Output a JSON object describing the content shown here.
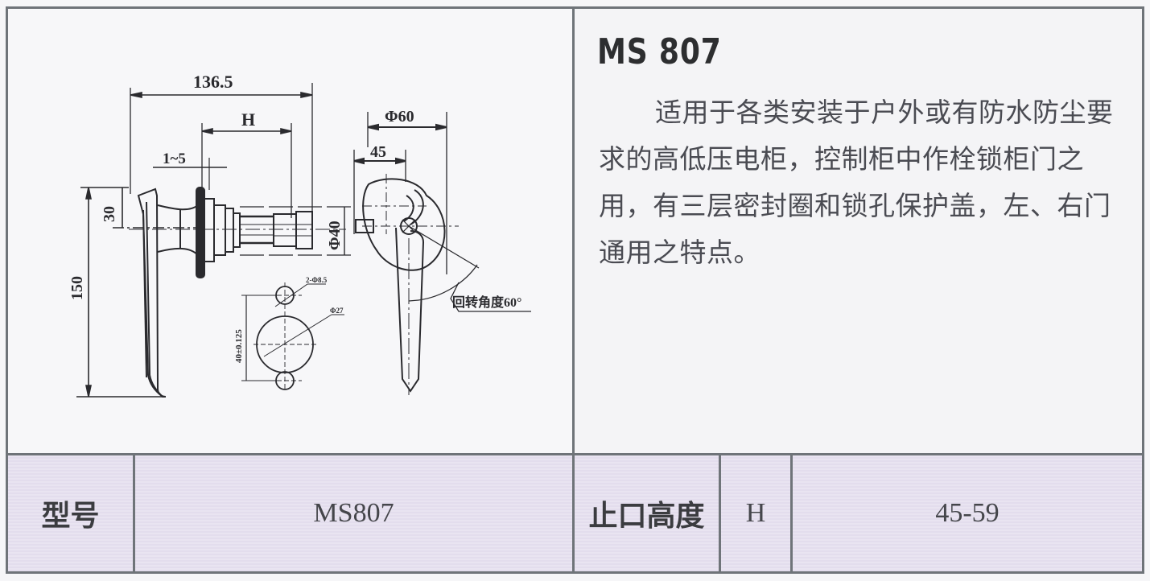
{
  "product": {
    "model_title": "MS 807",
    "description": "适用于各类安装于户外或有防水防尘要求的高低压电柜，控制柜中作栓锁柜门之用，有三层密封圈和锁孔保护盖，左、右门通用之特点。"
  },
  "drawing": {
    "dimensions": {
      "overall_length": "136.5",
      "stop_height": "H",
      "gap_range": "1~5",
      "handle_offset": "30",
      "handle_length": "150",
      "body_diameter": "Φ40",
      "cap_diameter": "Φ60",
      "cap_depth": "45",
      "hole_spacing": "40±0.125",
      "small_holes": "2-Φ8.5",
      "center_hole": "Φ27",
      "rotation_label": "回转角度60°"
    }
  },
  "spec_table": {
    "model_label": "型号",
    "model_value": "MS807",
    "stop_height_label": "止口高度",
    "stop_height_symbol": "H",
    "stop_height_value": "45-59"
  },
  "colors": {
    "border": "#6f7479",
    "table_bg": "#e6e0ef",
    "text": "#3a3b3f"
  }
}
